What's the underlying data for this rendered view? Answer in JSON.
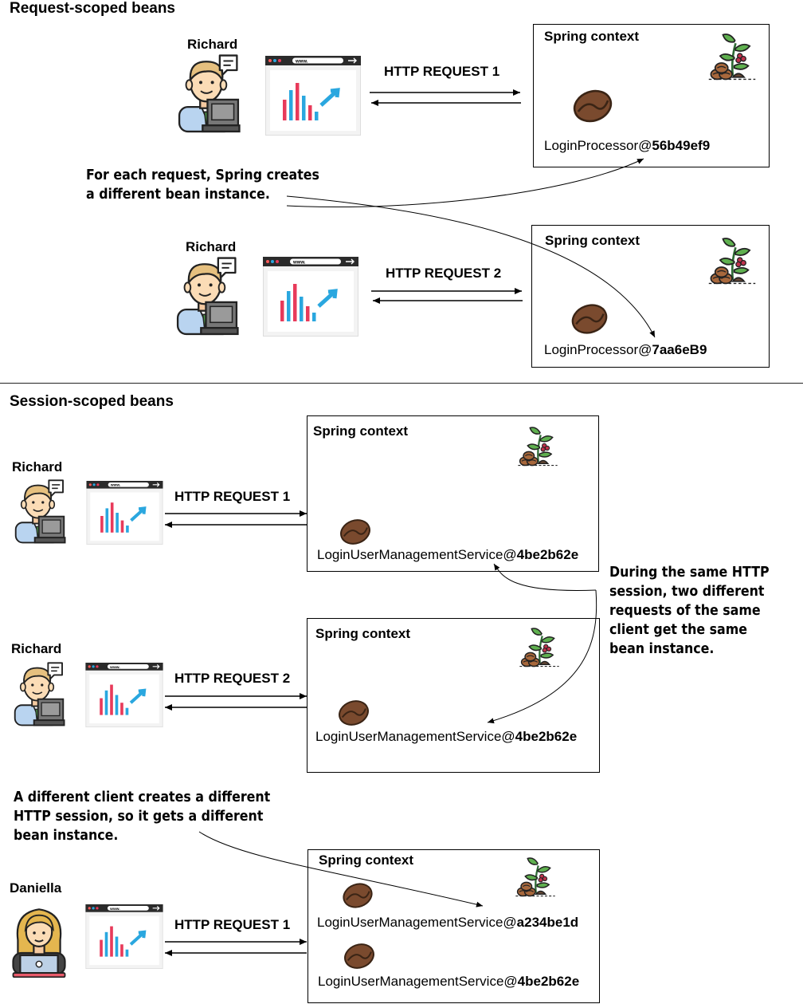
{
  "sections": {
    "request": {
      "title": "Request-scoped beans",
      "rows": [
        {
          "person": "Richard",
          "request_label": "HTTP REQUEST 1",
          "context_title": "Spring context",
          "bean_prefix": "LoginProcessor@",
          "bean_id": "56b49ef9"
        },
        {
          "person": "Richard",
          "request_label": "HTTP REQUEST 2",
          "context_title": "Spring context",
          "bean_prefix": "LoginProcessor@",
          "bean_id": "7aa6eB9"
        }
      ],
      "note": [
        "For each request, Spring creates",
        "a different bean instance."
      ]
    },
    "session": {
      "title": "Session-scoped beans",
      "rows": [
        {
          "person": "Richard",
          "request_label": "HTTP REQUEST 1",
          "context_title": "Spring context",
          "beans": [
            {
              "prefix": "LoginUserManagementService@",
              "id": "4be2b62e"
            }
          ]
        },
        {
          "person": "Richard",
          "request_label": "HTTP REQUEST 2",
          "context_title": "Spring context",
          "beans": [
            {
              "prefix": "LoginUserManagementService@",
              "id": "4be2b62e"
            }
          ]
        },
        {
          "person": "Daniella",
          "request_label": "HTTP REQUEST 1",
          "context_title": "Spring context",
          "beans": [
            {
              "prefix": "LoginUserManagementService@",
              "id": "a234be1d"
            },
            {
              "prefix": "LoginUserManagementService@",
              "id": "4be2b62e"
            }
          ]
        }
      ],
      "note_same": [
        "During the same HTTP",
        "session, two different",
        "requests of the same",
        "client get the same",
        "bean instance."
      ],
      "note_different": [
        "A different client creates a different",
        "HTTP session, so it gets a different",
        "bean instance."
      ]
    }
  },
  "browser": {
    "url_text": "www."
  },
  "icons": {
    "person": "man-at-computer-icon",
    "person2": "woman-at-laptop-icon",
    "browser": "browser-chart-icon",
    "bean": "coffee-bean-icon",
    "plant": "coffee-plant-icon"
  },
  "colors": {
    "bean": "#7a4a2e",
    "bar_red": "#e83a5a",
    "bar_blue": "#2aa7df",
    "skin": "#f8d8b0",
    "hair": "#c7a16a"
  }
}
